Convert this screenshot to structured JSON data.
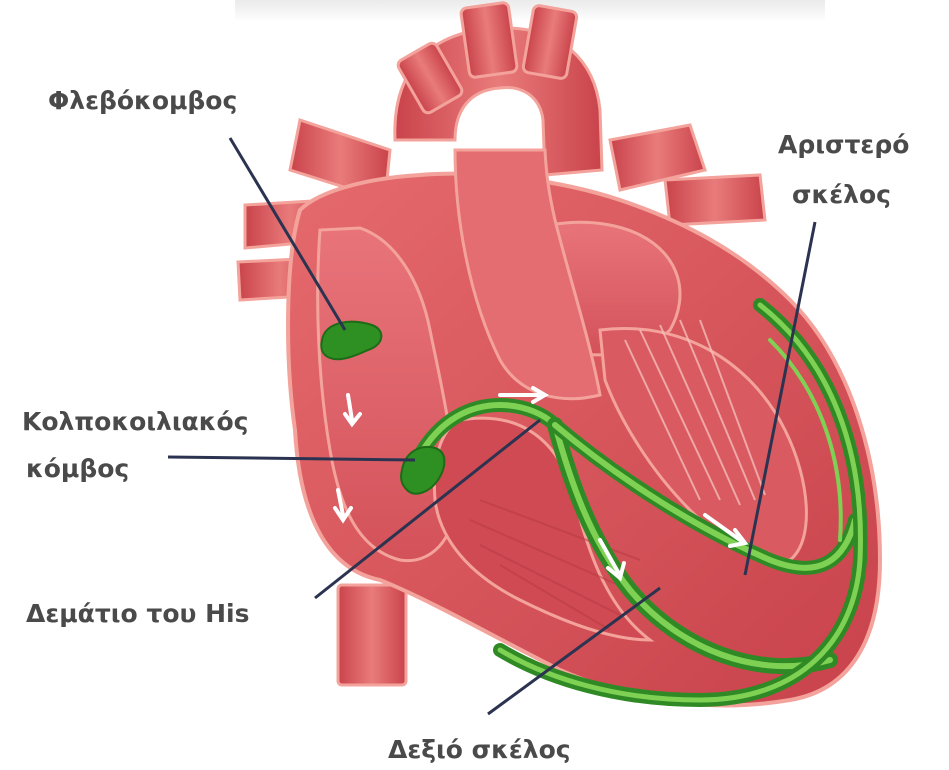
{
  "labels": {
    "sa_node": "Φλεβόκομβος",
    "left_bundle_line1": "Αριστερό",
    "left_bundle_line2": "σκέλος",
    "av_node_line1": "Κολποκοιλιακός",
    "av_node_line2": "κόμβος",
    "bundle_of_his": "Δεμάτιο του His",
    "right_bundle": "Δεξιό σκέλος"
  },
  "colors": {
    "heart_body": "#d9555c",
    "heart_outline": "#f3a39b",
    "heart_dark": "#b8363f",
    "conduction_green": "#5fbf3a",
    "node_green": "#2e8f22",
    "pointer_line": "#2b3350",
    "label_text": "#4a4a4a"
  }
}
